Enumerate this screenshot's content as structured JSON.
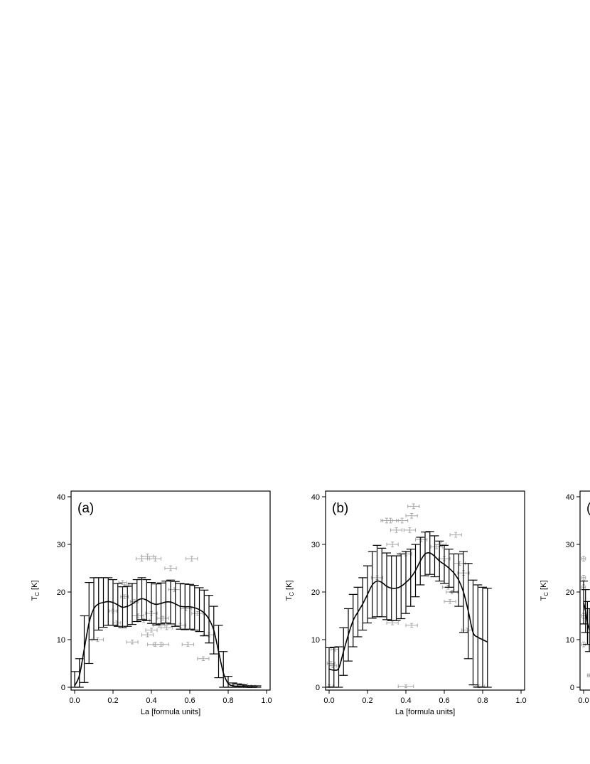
{
  "chart_data": [
    {
      "type": "scatter",
      "panel_label": "(a)",
      "xlabel": "La [formula units]",
      "ylabel_main": "T",
      "ylabel_sub": "C",
      "ylabel_unit": " [K]",
      "xlim": [
        0,
        1.0
      ],
      "ylim": [
        0,
        40
      ],
      "xticks": [
        "0.0",
        "0.2",
        "0.4",
        "0.6",
        "0.8",
        "1.0"
      ],
      "yticks": [
        "0",
        "10",
        "20",
        "30",
        "40"
      ],
      "grid": false,
      "colors": {
        "fit": "#000000",
        "measurements": "#a6a6a6"
      },
      "series": [
        {
          "role": "fit-with-error-bars",
          "x": [
            0.0,
            0.025,
            0.05,
            0.075,
            0.1,
            0.125,
            0.15,
            0.175,
            0.2,
            0.225,
            0.25,
            0.275,
            0.3,
            0.325,
            0.35,
            0.375,
            0.4,
            0.425,
            0.45,
            0.475,
            0.5,
            0.525,
            0.55,
            0.575,
            0.6,
            0.625,
            0.65,
            0.675,
            0.7,
            0.725,
            0.75,
            0.775,
            0.8,
            0.825,
            0.85,
            0.875,
            0.9,
            0.925,
            0.95
          ],
          "y": [
            0.3,
            2.5,
            8.0,
            13.5,
            16.5,
            17.5,
            17.8,
            18.0,
            17.8,
            17.3,
            16.8,
            17.0,
            17.5,
            18.2,
            18.6,
            18.3,
            17.7,
            17.4,
            17.6,
            17.9,
            17.9,
            17.5,
            17.0,
            16.9,
            16.9,
            16.7,
            16.3,
            15.6,
            14.3,
            12.0,
            7.5,
            3.0,
            0.8,
            0.3,
            0.2,
            0.1,
            0.0,
            0.0,
            0.0
          ],
          "err": [
            3.0,
            3.5,
            7.0,
            8.5,
            6.5,
            5.5,
            5.2,
            5.0,
            4.8,
            4.5,
            4.3,
            4.2,
            4.3,
            4.4,
            4.4,
            4.3,
            4.3,
            4.3,
            4.3,
            4.4,
            4.6,
            4.7,
            4.8,
            4.8,
            4.7,
            4.7,
            4.6,
            4.8,
            5.0,
            5.0,
            5.5,
            4.5,
            1.5,
            0.6,
            0.5,
            0.4,
            0.3,
            0.3,
            0.3
          ]
        },
        {
          "role": "measurements",
          "x": [
            0.35,
            0.38,
            0.42,
            0.5,
            0.61,
            0.3,
            0.12,
            0.22,
            0.38,
            0.4,
            0.42,
            0.45,
            0.48,
            0.59,
            0.67,
            0.25,
            0.28,
            0.33,
            0.36,
            0.44,
            0.46,
            0.55,
            0.2,
            0.26,
            0.31,
            0.4,
            0.52,
            0.58,
            0.64,
            0.7,
            0.88,
            0.9,
            0.85,
            0.92
          ],
          "y": [
            27.0,
            27.5,
            27.0,
            25.0,
            27.0,
            9.5,
            10.0,
            13.5,
            11.0,
            12.0,
            9.0,
            9.0,
            12.5,
            9.0,
            6.0,
            22.0,
            21.5,
            15.0,
            14.0,
            13.0,
            14.5,
            13.0,
            16.0,
            19.0,
            18.0,
            15.5,
            20.5,
            16.5,
            15.5,
            11.0,
            0.5,
            0.2,
            0.3,
            0.2
          ],
          "xerr": [
            0.03,
            0.03,
            0.03,
            0.03,
            0.03,
            0.03,
            0.03,
            0.02,
            0.03,
            0.03,
            0.04,
            0.04,
            0.03,
            0.03,
            0.03,
            0.02,
            0.02,
            0.03,
            0.03,
            0.03,
            0.03,
            0.03,
            0.02,
            0.02,
            0.02,
            0.03,
            0.03,
            0.03,
            0.03,
            0.03,
            0.02,
            0.02,
            0.02,
            0.02
          ],
          "yerr": [
            0.5,
            0.5,
            0.5,
            0.5,
            0.5,
            0.4,
            0.4,
            0.4,
            0.4,
            0.4,
            0.4,
            0.4,
            0.4,
            0.4,
            0.4,
            0.4,
            0.4,
            0.4,
            0.4,
            0.4,
            0.4,
            0.4,
            0.4,
            0.4,
            0.4,
            0.4,
            0.4,
            0.4,
            0.4,
            0.4,
            0.2,
            0.2,
            0.2,
            0.2
          ]
        }
      ]
    },
    {
      "type": "scatter",
      "panel_label": "(b)",
      "xlabel": "La [formula units]",
      "ylabel_main": "T",
      "ylabel_sub": "C",
      "ylabel_unit": " [K]",
      "xlim": [
        0,
        1.0
      ],
      "ylim": [
        0,
        40
      ],
      "xticks": [
        "0.0",
        "0.2",
        "0.4",
        "0.6",
        "0.8",
        "1.0"
      ],
      "yticks": [
        "0",
        "10",
        "20",
        "30",
        "40"
      ],
      "grid": false,
      "colors": {
        "fit": "#000000",
        "measurements": "#a6a6a6"
      },
      "series": [
        {
          "role": "fit-with-error-bars",
          "x": [
            0.0,
            0.025,
            0.05,
            0.075,
            0.1,
            0.125,
            0.15,
            0.175,
            0.2,
            0.225,
            0.25,
            0.275,
            0.3,
            0.325,
            0.35,
            0.375,
            0.4,
            0.425,
            0.45,
            0.475,
            0.5,
            0.525,
            0.55,
            0.575,
            0.6,
            0.625,
            0.65,
            0.675,
            0.7,
            0.725,
            0.75,
            0.775,
            0.8,
            0.825
          ],
          "y": [
            3.8,
            3.6,
            4.0,
            7.5,
            11.0,
            14.0,
            15.8,
            17.5,
            19.5,
            21.5,
            22.3,
            22.0,
            21.2,
            20.8,
            20.8,
            21.2,
            22.0,
            23.0,
            24.5,
            26.5,
            28.0,
            28.2,
            27.5,
            26.5,
            25.8,
            25.0,
            24.0,
            22.5,
            20.0,
            16.0,
            11.5,
            10.5,
            10.0,
            9.5
          ],
          "err": [
            4.5,
            4.8,
            4.5,
            5.0,
            5.5,
            5.5,
            5.2,
            5.5,
            6.0,
            7.0,
            7.5,
            7.2,
            7.0,
            6.8,
            6.8,
            6.8,
            6.5,
            6.0,
            5.5,
            5.0,
            4.6,
            4.5,
            4.3,
            4.2,
            4.0,
            4.0,
            4.0,
            5.5,
            8.5,
            10.0,
            11.0,
            11.0,
            11.0,
            11.3
          ]
        },
        {
          "role": "measurements",
          "x": [
            0.44,
            0.43,
            0.32,
            0.3,
            0.35,
            0.42,
            0.38,
            0.33,
            0.66,
            0.7,
            0.4,
            0.43,
            0.33,
            0.03,
            0.4,
            0.78,
            0.72,
            0.63,
            0.62,
            0.64,
            0.68,
            0.01,
            0.02,
            0.0,
            0.58,
            0.25,
            0.48,
            0.56,
            0.6
          ],
          "y": [
            38.0,
            36.0,
            35.0,
            35.0,
            33.0,
            33.0,
            35.0,
            30.0,
            32.0,
            24.0,
            0.2,
            13.0,
            13.5,
            8.0,
            28.0,
            0.2,
            12.0,
            18.0,
            21.0,
            20.0,
            26.0,
            5.0,
            4.5,
            0.2,
            30.0,
            23.0,
            31.0,
            29.5,
            27.0
          ],
          "xerr": [
            0.03,
            0.03,
            0.04,
            0.03,
            0.03,
            0.03,
            0.03,
            0.03,
            0.03,
            0.03,
            0.04,
            0.03,
            0.03,
            0.02,
            0.03,
            0.03,
            0.03,
            0.03,
            0.03,
            0.03,
            0.03,
            0.02,
            0.02,
            0.02,
            0.03,
            0.03,
            0.03,
            0.03,
            0.03
          ],
          "yerr": [
            0.5,
            0.5,
            0.5,
            0.5,
            0.5,
            0.5,
            0.5,
            0.5,
            0.5,
            0.5,
            0.3,
            0.4,
            0.4,
            0.4,
            0.4,
            0.3,
            0.4,
            0.4,
            0.4,
            0.4,
            0.4,
            0.4,
            0.4,
            0.3,
            0.4,
            0.4,
            0.4,
            0.4,
            0.4
          ]
        }
      ]
    },
    {
      "type": "scatter",
      "panel_label": "(",
      "xlabel": "",
      "ylabel_main": "T",
      "ylabel_sub": "C",
      "ylabel_unit": " [K]",
      "xlim": [
        0,
        1.0
      ],
      "ylim": [
        0,
        40
      ],
      "xticks": [
        "0.0"
      ],
      "yticks": [
        "0",
        "10",
        "20",
        "30",
        "40"
      ],
      "grid": false,
      "colors": {
        "fit": "#000000",
        "measurements": "#a6a6a6"
      },
      "series": [
        {
          "role": "fit-with-error-bars",
          "x": [
            0.0,
            0.01,
            0.02,
            0.03
          ],
          "y": [
            17.8,
            16.0,
            13.5,
            12.0
          ],
          "err": [
            4.5,
            4.5,
            4.5,
            4.5
          ]
        },
        {
          "role": "measurements",
          "x": [
            0.0,
            0.0,
            0.0,
            0.0,
            0.0,
            0.03
          ],
          "y": [
            27.0,
            23.0,
            21.0,
            15.0,
            9.0,
            2.5
          ],
          "xerr": [
            0.01,
            0.01,
            0.01,
            0.01,
            0.01,
            0.01
          ],
          "yerr": [
            0.5,
            0.5,
            0.5,
            0.5,
            0.5,
            0.3
          ]
        }
      ]
    }
  ]
}
